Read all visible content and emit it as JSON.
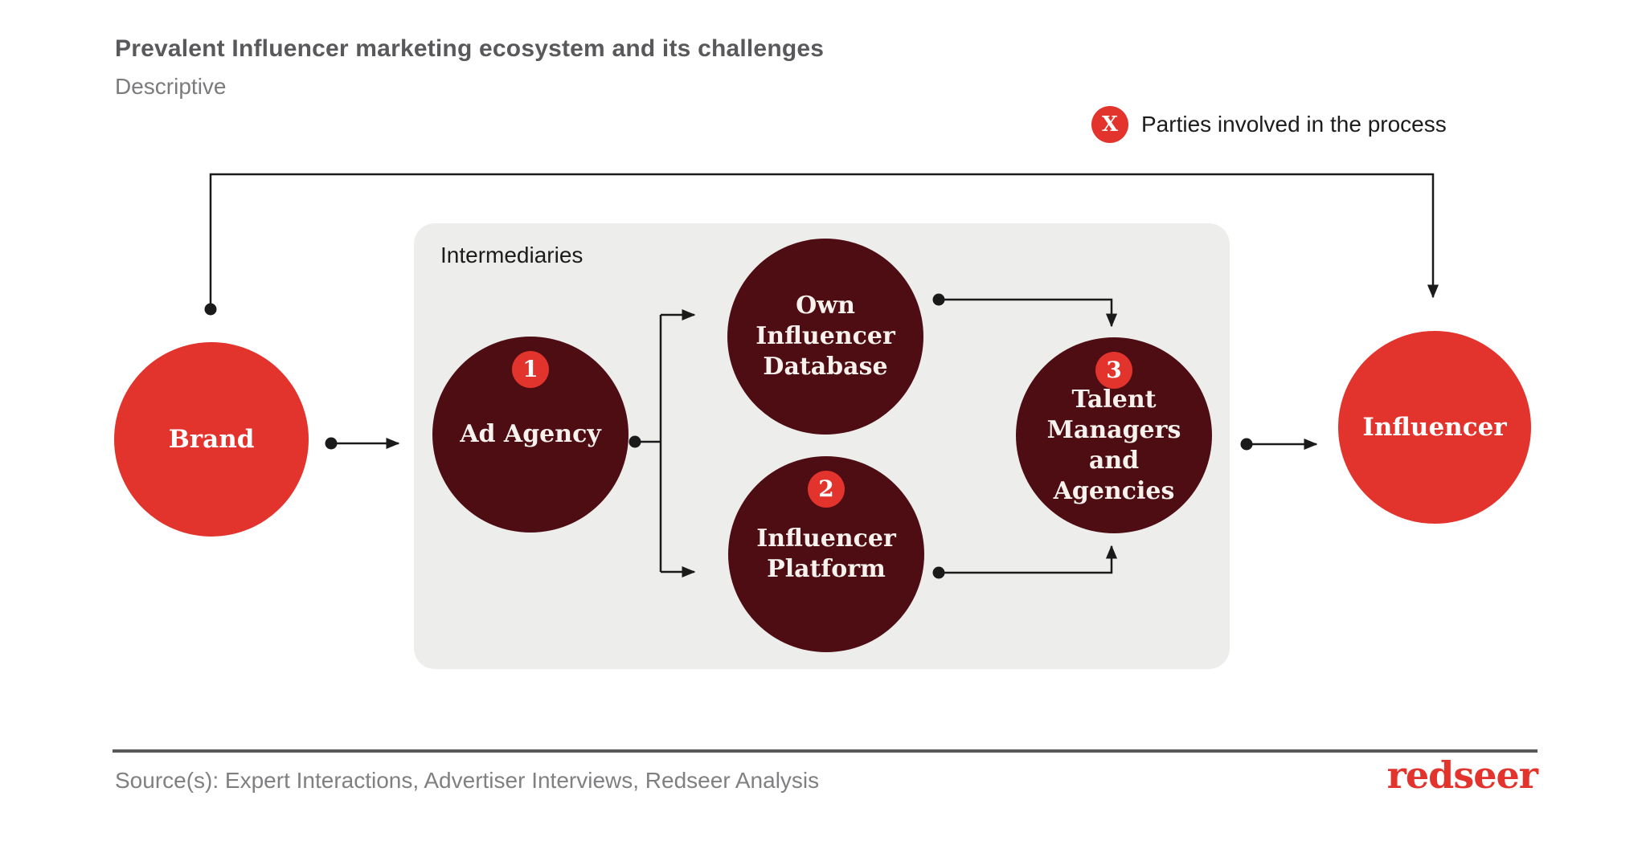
{
  "header": {
    "title": "Prevalent Influencer marketing ecosystem and its challenges",
    "subtitle": "Descriptive"
  },
  "legend": {
    "symbol": "X",
    "label": "Parties involved in the process"
  },
  "diagram": {
    "intermediaries_label": "Intermediaries",
    "nodes": {
      "brand": {
        "label": "Brand",
        "type": "party"
      },
      "ad_agency": {
        "label": "Ad Agency",
        "badge": "1",
        "type": "intermediary"
      },
      "own_influencer_database": {
        "label": "Own\nInfluencer\nDatabase",
        "type": "intermediary"
      },
      "influencer_platform": {
        "label": "Influencer\nPlatform",
        "badge": "2",
        "type": "intermediary"
      },
      "talent_managers": {
        "label": "Talent\nManagers\nand\nAgencies",
        "badge": "3",
        "type": "intermediary"
      },
      "influencer": {
        "label": "Influencer",
        "type": "party"
      }
    },
    "connections": [
      {
        "from": "brand",
        "to": "influencer",
        "route": "top"
      },
      {
        "from": "brand",
        "to": "ad_agency"
      },
      {
        "from": "ad_agency",
        "to": "own_influencer_database"
      },
      {
        "from": "ad_agency",
        "to": "influencer_platform"
      },
      {
        "from": "own_influencer_database",
        "to": "talent_managers"
      },
      {
        "from": "influencer_platform",
        "to": "talent_managers"
      },
      {
        "from": "talent_managers",
        "to": "influencer"
      }
    ]
  },
  "footer": {
    "source": "Source(s): Expert Interactions, Advertiser Interviews, Redseer Analysis",
    "logo": "redseer"
  },
  "colors": {
    "party_red": "#E3332D",
    "intermediary_maroon": "#4E0D13",
    "panel_gray": "#EDEDEC",
    "line_black": "#1A1A1A"
  }
}
